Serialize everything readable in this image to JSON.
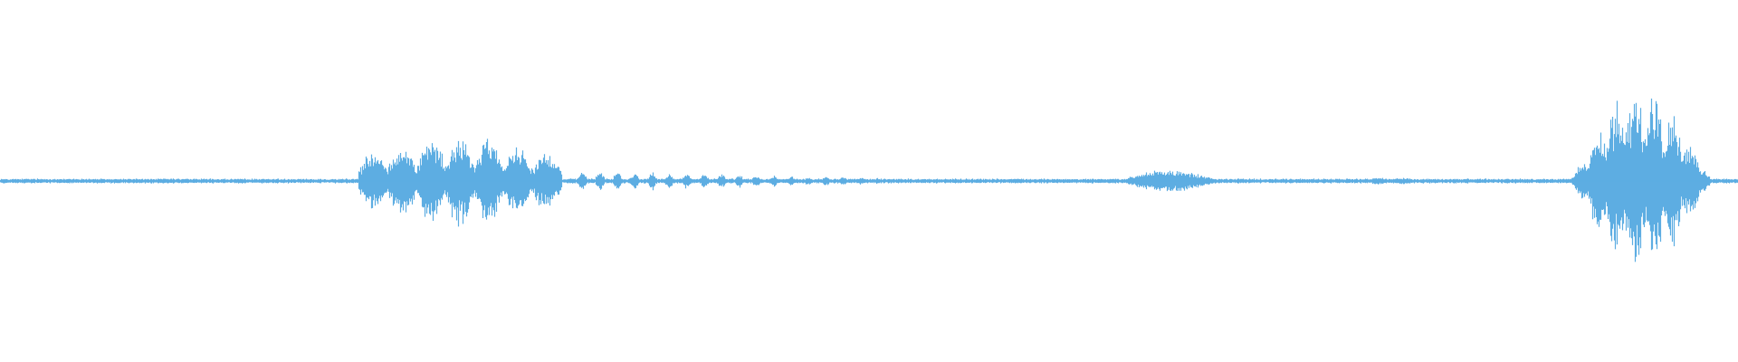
{
  "waveform": {
    "color": "#5DADE2",
    "segments": [
      {
        "name": "baseline-noise",
        "start": 0.0,
        "end": 1.0,
        "amplitude": 0.012
      },
      {
        "name": "burst-1",
        "start": 0.206,
        "end": 0.323,
        "amplitude": 0.22,
        "peaks": 7
      },
      {
        "name": "pulse-train",
        "start": 0.33,
        "end": 0.51,
        "amplitude": 0.055,
        "peaks": 18
      },
      {
        "name": "burst-2",
        "start": 0.642,
        "end": 0.703,
        "amplitude": 0.055,
        "peaks": 1
      },
      {
        "name": "low-noise",
        "start": 0.77,
        "end": 0.83,
        "amplitude": 0.018,
        "peaks": 4
      },
      {
        "name": "burst-3",
        "start": 0.902,
        "end": 0.99,
        "amplitude": 0.46,
        "peaks": 8
      }
    ]
  }
}
